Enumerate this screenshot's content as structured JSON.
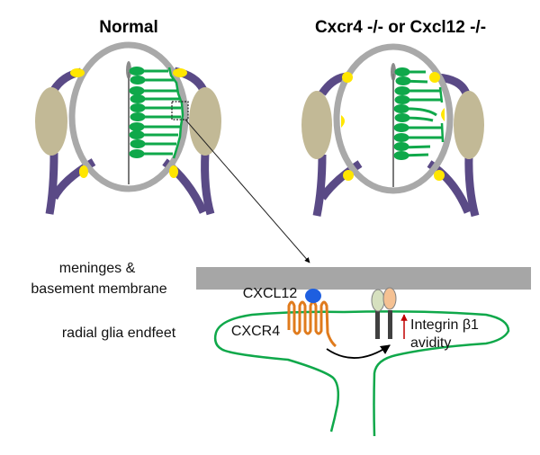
{
  "panels": {
    "normal": {
      "title": "Normal"
    },
    "mutant": {
      "title": "Cxcr4 -/- or Cxcl12 -/-"
    }
  },
  "labels": {
    "meninges": "meninges &",
    "basement_membrane": "basement membrane",
    "radial_glia_endfeet": "radial glia endfeet",
    "cxcl12": "CXCL12",
    "cxcr4": "CXCR4",
    "integrin": "Integrin β1",
    "avidity": "avidity"
  },
  "colors": {
    "meninges_gray": "#a6a6a6",
    "neural_tube_gray": "#a9a9a9",
    "radial_glia_green": "#0fa84a",
    "vessel_purple": "#5a4a86",
    "ganglion_tan": "#c2b996",
    "contact_yellow": "#ffe600",
    "cxcr4_orange": "#e07b1c",
    "cxcl12_blue": "#1e5fe0",
    "integrin_alpha": "#d6e0bf",
    "integrin_beta": "#f5c193",
    "increase_arrow_red": "#c00000"
  }
}
